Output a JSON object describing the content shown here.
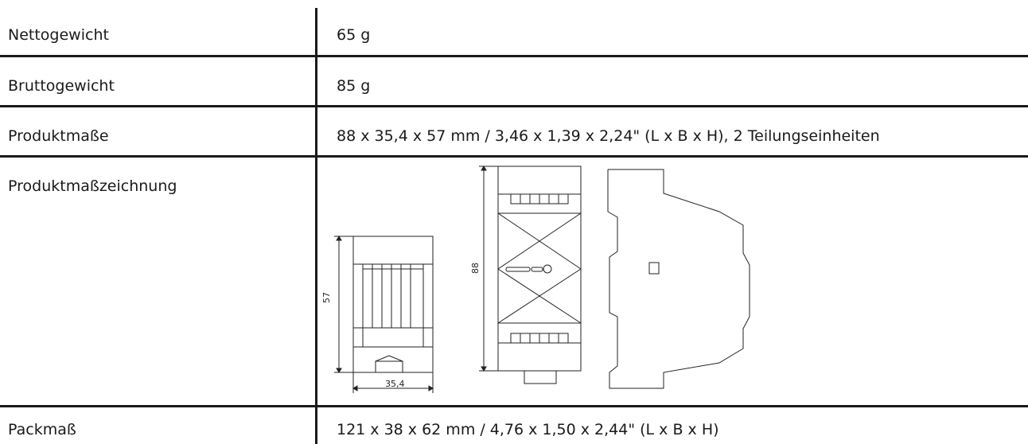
{
  "rows": [
    {
      "label": "Nettogewicht",
      "value": "65 g"
    },
    {
      "label": "Bruttogewicht",
      "value": "85 g"
    },
    {
      "label": "Produktmaße",
      "value": "88 x 35,4 x 57 mm / 3,46 x 1,39 x 2,24\" (L x B x H), 2 Teilungseinheiten"
    },
    {
      "label": "Produktmaßzeichnung",
      "value": ""
    },
    {
      "label": "Packmaß",
      "value": "121 x 38 x 62 mm / 4,76 x 1,50 x 2,44\" (L x B x H)"
    }
  ],
  "drawing": {
    "dim_height": "57",
    "dim_width": "35,4",
    "dim_length": "88"
  }
}
